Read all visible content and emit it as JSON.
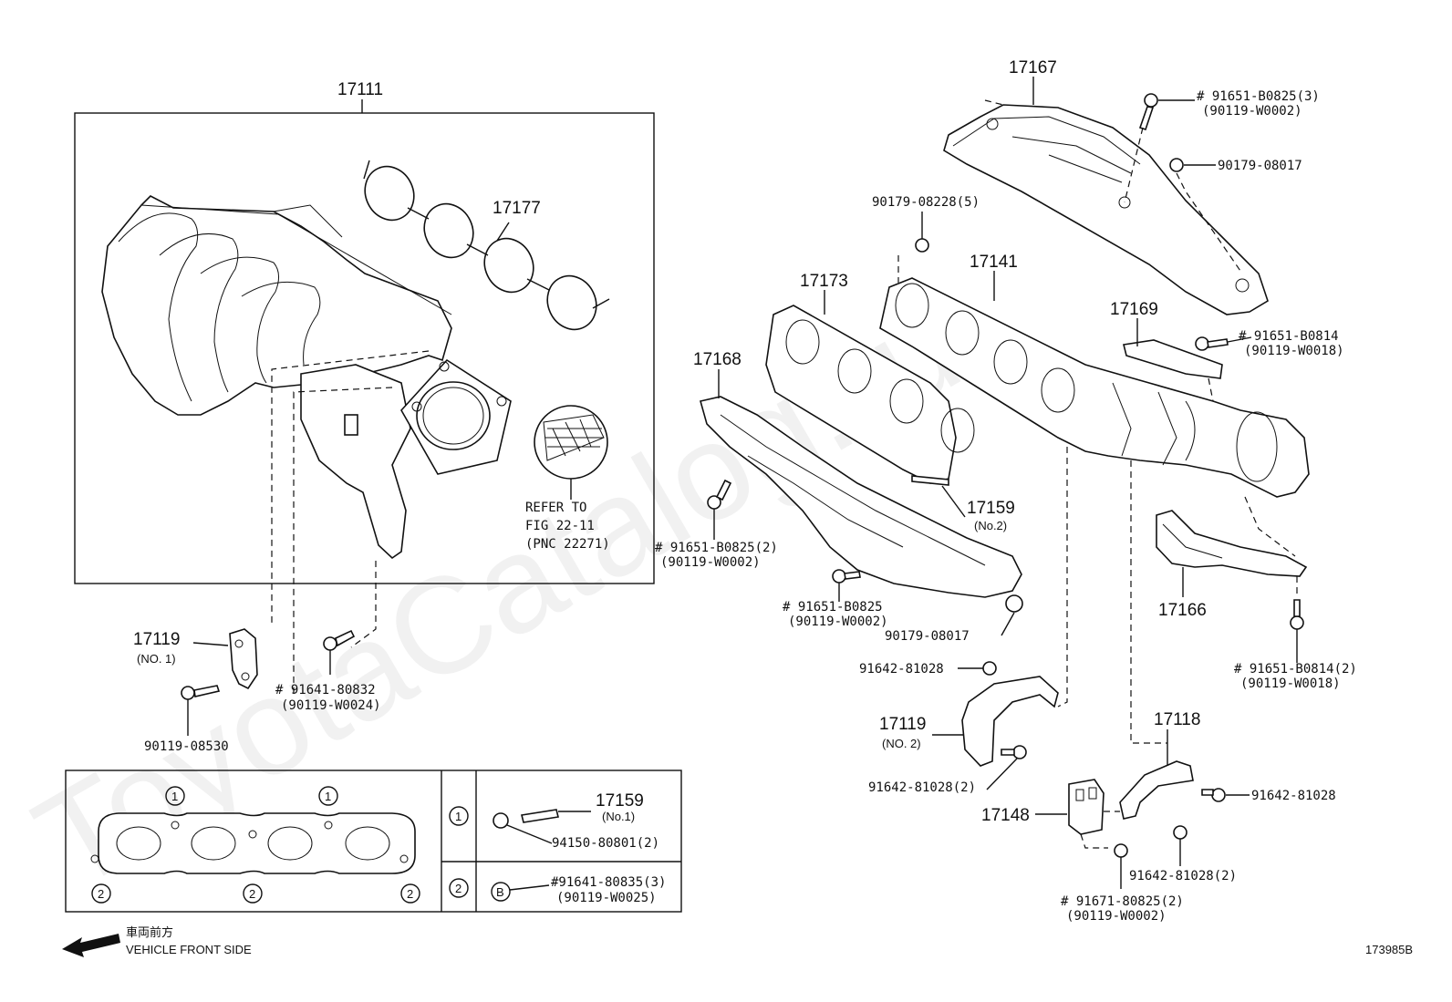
{
  "watermark": "ToyotaCatalog.ru",
  "figure_id": "173985B",
  "direction": {
    "jp": "車両前方",
    "en": "VEHICLE FRONT SIDE",
    "icon": "arrow-left-icon"
  },
  "left_group": {
    "part": "17111",
    "gasket": "17177"
  },
  "refer": {
    "line1": "REFER TO",
    "line2": "FIG 22-11",
    "line3": "(PNC 22271)"
  },
  "labels": {
    "p17119_1": "17119",
    "p17119_1_sub": "(NO. 1)",
    "b91641_80832": "# 91641-80832",
    "b91641_80832_sub": "(90119-W0024)",
    "b90119_08530": "90119-08530",
    "p17167": "17167",
    "b91651_b0825_3": "# 91651-B0825(3)",
    "b91651_b0825_3_sub": "(90119-W0002)",
    "n90179_08017_top": "90179-08017",
    "n90179_08228": "90179-08228(5)",
    "p17173": "17173",
    "p17141": "17141",
    "p17169": "17169",
    "b91651_b0814": "# 91651-B0814",
    "b91651_b0814_sub": "(90119-W0018)",
    "p17168": "17168",
    "p17159_2": "17159",
    "p17159_2_sub": "(No.2)",
    "b91651_b0825_2": "# 91651-B0825(2)",
    "b91651_b0825_2_sub": "(90119-W0002)",
    "b91651_b0825": "# 91651-B0825",
    "b91651_b0825_sub": "(90119-W0002)",
    "n90179_08017": "90179-08017",
    "b91642_81028_a": "91642-81028",
    "p17119_2": "17119",
    "p17119_2_sub": "(NO. 2)",
    "b91642_81028_2a": "91642-81028(2)",
    "p17166": "17166",
    "b91651_b0814_2": "# 91651-B0814(2)",
    "b91651_b0814_2_sub": "(90119-W0018)",
    "p17118": "17118",
    "b91642_81028_b": "91642-81028",
    "p17148": "17148",
    "b91642_81028_2b": "91642-81028(2)",
    "b91671_80825": "# 91671-80825(2)",
    "b91671_80825_sub": "(90119-W0002)"
  },
  "legend": {
    "markers": [
      "1",
      "2"
    ],
    "row1": {
      "marker": "1",
      "part": "17159",
      "part_sub": "(No.1)",
      "nut": "94150-80801(2)"
    },
    "row2": {
      "marker": "2",
      "symbol": "B",
      "bolt": "#91641-80835(3)",
      "bolt_sub": "(90119-W0025)"
    }
  }
}
